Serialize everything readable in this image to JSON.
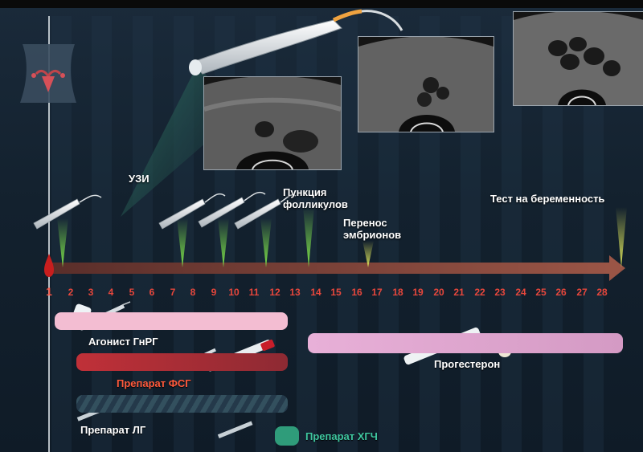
{
  "labels": {
    "uzi": "УЗИ",
    "puncture": "Пункция\nфолликулов",
    "transfer": "Перенос\nэмбрионов",
    "pregnancy_test": "Тест на беременность"
  },
  "days": [
    "1",
    "2",
    "3",
    "4",
    "5",
    "6",
    "7",
    "8",
    "9",
    "10",
    "11",
    "12",
    "13",
    "14",
    "15",
    "16",
    "17",
    "18",
    "19",
    "20",
    "21",
    "22",
    "23",
    "24",
    "25",
    "26",
    "27",
    "28"
  ],
  "drugs": {
    "gnrh": "Агонист ГнРГ",
    "fsh": "Препарат ФСГ",
    "lh": "Препарат ЛГ",
    "hcg": "Препарат ХГЧ",
    "progesterone": "Прогестерон"
  },
  "colors": {
    "background": "#13212e",
    "day_numbers": "#e8473c",
    "arrow": "#8a4a3c",
    "gnrh_bar": "#f3bdd2",
    "fsh_bar": "#b0333a",
    "fsh_label": "#ff5a3c",
    "lh_bar": "#33505e",
    "hcg_label": "#3fc7a0",
    "hcg_badge": "#2f9c7a",
    "progesterone_bar": "#e3a9d0",
    "ultrasound_marker": "#7ee34a",
    "transfer_marker": "#d9e25a"
  },
  "icons": [
    "uterus-icon",
    "ultrasound-probe-icon",
    "syringe-icon",
    "drop-icon",
    "eggs-icon",
    "pen-injector-icon"
  ]
}
